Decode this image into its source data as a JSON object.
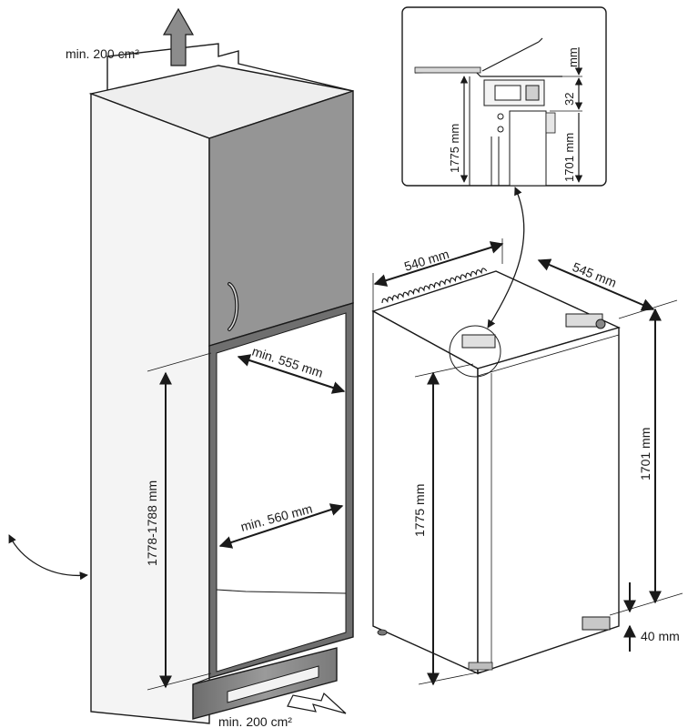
{
  "colors": {
    "line": "#1a1a1a",
    "cabinet_side": "#f4f4f4",
    "cabinet_top": "#eeeeee",
    "upper_door": "#959595",
    "frame": "#6f6f6f",
    "appliance": "#ffffff",
    "plinth": "#8a8a8a"
  },
  "labels": {
    "vent_top": "min. 200 cm²",
    "vent_bottom": "min. 200 cm²",
    "niche_width_top": "min. 555 mm",
    "niche_width_mid": "min. 560 mm",
    "niche_height": "1778-1788 mm",
    "appliance_width": "540 mm",
    "appliance_depth": "545 mm",
    "appliance_height": "1775 mm",
    "door_height": "1701 mm",
    "bottom_gap": "40 mm",
    "detail_total_height": "1775 mm",
    "detail_door_height": "1701 mm",
    "detail_gap_value": "32",
    "detail_gap_unit": "mm"
  },
  "icons": {
    "airflow_up": "arrow-up-icon",
    "airflow_in": "arrow-in-icon",
    "door_swing": "curved-arrow-icon",
    "detail_link": "curved-arrow-icon"
  }
}
